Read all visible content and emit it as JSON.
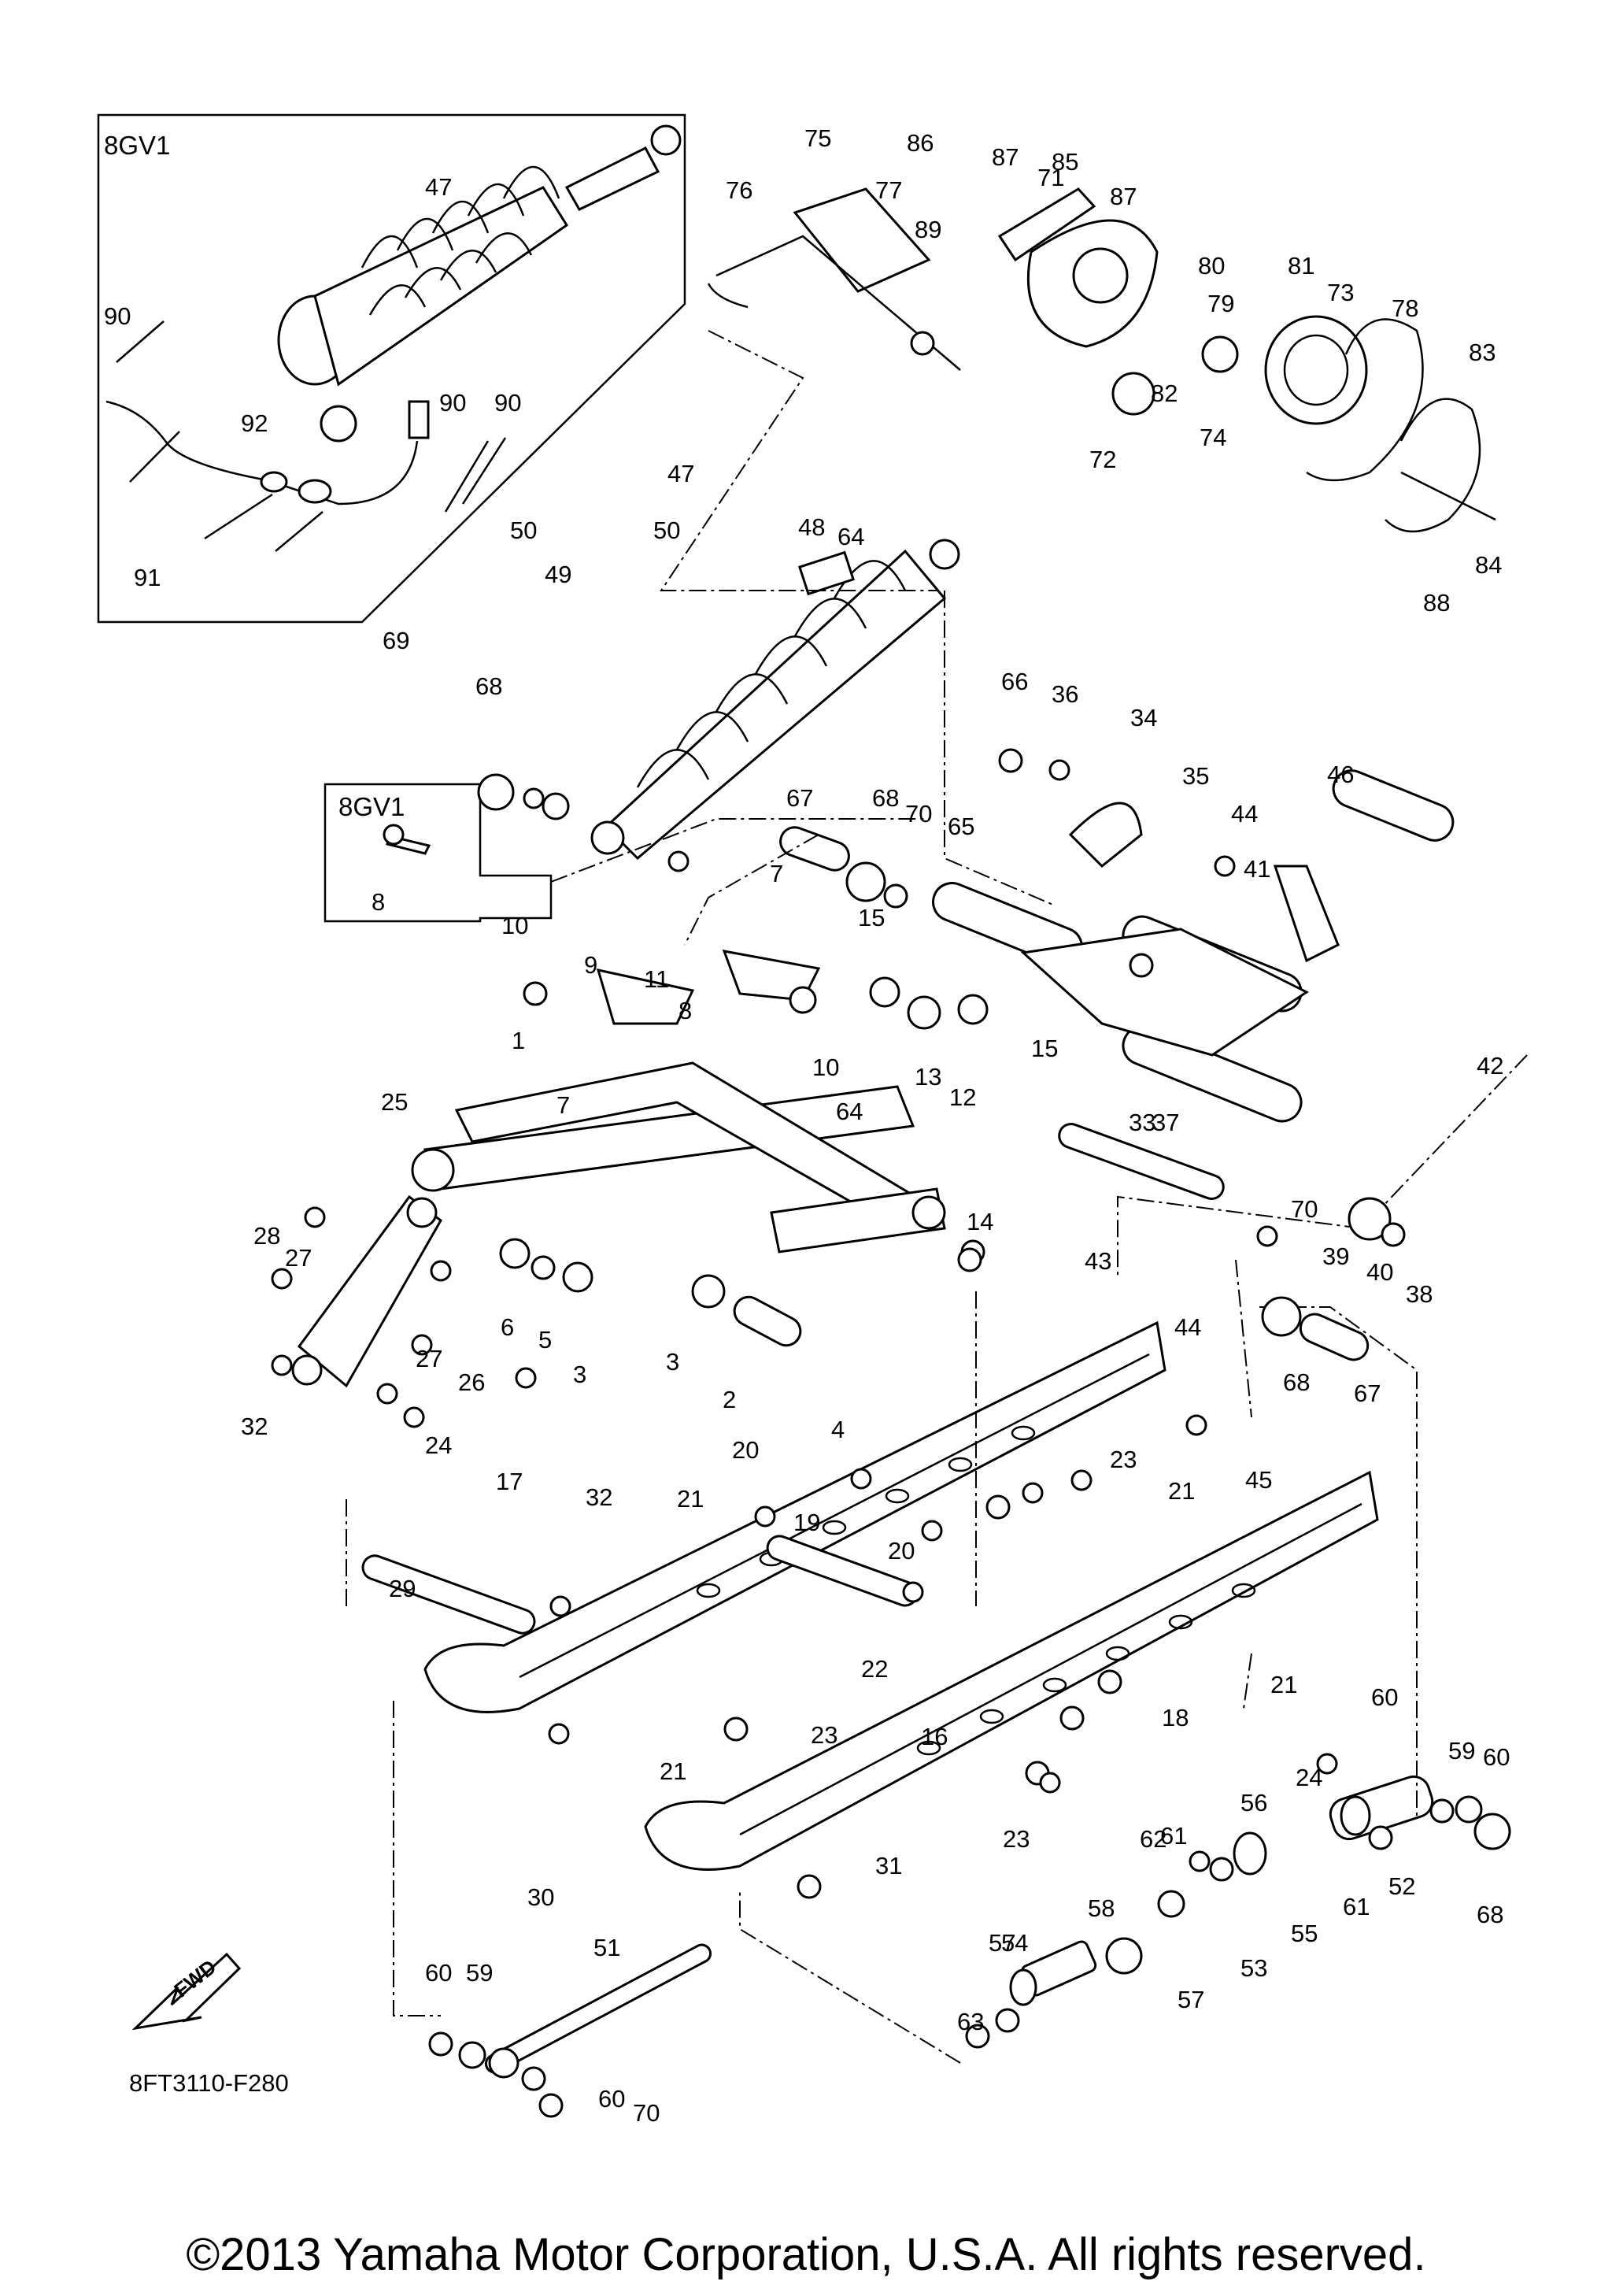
{
  "diagram_code": "8FT3110-F280",
  "fwd_label": "FWD",
  "copyright": "©2013 Yamaha Motor Corporation, U.S.A. All rights reserved.",
  "callout_boxes": [
    {
      "id": "box-top",
      "label": "8GV1"
    },
    {
      "id": "box-mid",
      "label": "8GV1"
    }
  ],
  "part_numbers": [
    "1",
    "2",
    "3",
    "3",
    "4",
    "5",
    "6",
    "7",
    "7",
    "8",
    "8",
    "9",
    "10",
    "10",
    "11",
    "12",
    "13",
    "14",
    "15",
    "15",
    "16",
    "17",
    "18",
    "19",
    "20",
    "20",
    "21",
    "21",
    "21",
    "21",
    "22",
    "23",
    "23",
    "23",
    "24",
    "24",
    "25",
    "26",
    "27",
    "27",
    "28",
    "29",
    "30",
    "31",
    "32",
    "32",
    "33",
    "34",
    "35",
    "36",
    "37",
    "38",
    "39",
    "40",
    "41",
    "42",
    "43",
    "44",
    "44",
    "45",
    "46",
    "47",
    "47",
    "48",
    "49",
    "50",
    "50",
    "51",
    "52",
    "53",
    "54",
    "55",
    "56",
    "57",
    "57",
    "58",
    "59",
    "59",
    "60",
    "60",
    "60",
    "60",
    "61",
    "61",
    "62",
    "63",
    "64",
    "64",
    "65",
    "66",
    "67",
    "67",
    "68",
    "68",
    "68",
    "68",
    "69",
    "70",
    "70",
    "70",
    "71",
    "72",
    "73",
    "74",
    "75",
    "76",
    "77",
    "78",
    "79",
    "80",
    "81",
    "82",
    "83",
    "84",
    "85",
    "86",
    "87",
    "87",
    "88",
    "89",
    "90",
    "90",
    "90",
    "91",
    "92"
  ]
}
